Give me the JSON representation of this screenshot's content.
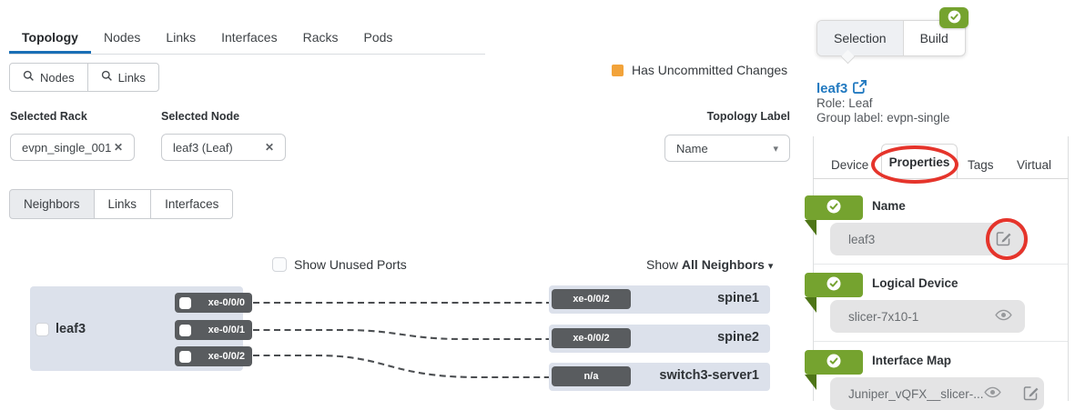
{
  "header_tabs": {
    "items": [
      "Topology",
      "Nodes",
      "Links",
      "Interfaces",
      "Racks",
      "Pods"
    ],
    "active": "Topology"
  },
  "toolbar": {
    "nodes_button": "Nodes",
    "links_button": "Links"
  },
  "status": {
    "uncommitted": "Has Uncommitted Changes"
  },
  "filters": {
    "rack_label": "Selected Rack",
    "rack_value": "evpn_single_001",
    "node_label": "Selected Node",
    "node_value": "leaf3 (Leaf)",
    "topology_label": "Topology Label",
    "topology_value": "Name"
  },
  "view_tabs": {
    "items": [
      "Neighbors",
      "Links",
      "Interfaces"
    ],
    "active": "Neighbors"
  },
  "diagram": {
    "show_unused_ports": "Show Unused Ports",
    "show_prefix": "Show",
    "show_value": "All Neighbors",
    "node": {
      "name": "leaf3",
      "ports": [
        "xe-0/0/0",
        "xe-0/0/1",
        "xe-0/0/2"
      ]
    },
    "neighbors": [
      {
        "port": "xe-0/0/2",
        "name": "spine1"
      },
      {
        "port": "xe-0/0/2",
        "name": "spine2"
      },
      {
        "port": "n/a",
        "name": "switch3-server1"
      }
    ]
  },
  "panel": {
    "tabs": {
      "selection": "Selection",
      "build": "Build"
    },
    "node_name": "leaf3",
    "role": "Role: Leaf",
    "group_label": "Group label: evpn-single",
    "detail_tabs": [
      "Device",
      "Properties",
      "Tags",
      "Virtual"
    ],
    "active_detail_tab": "Properties",
    "sections": [
      {
        "heading": "Name",
        "value": "leaf3"
      },
      {
        "heading": "Logical Device",
        "value": "slicer-7x10-1"
      },
      {
        "heading": "Interface Map",
        "value": "Juniper_vQFX__slicer-..."
      }
    ]
  },
  "icons": {
    "clear": "✕",
    "caret": "▾"
  },
  "colors": {
    "accent_blue": "#1a6fb5",
    "link_blue": "#2179c0",
    "warning_orange": "#f2a33a",
    "success_green": "#75a32f",
    "annotation_red": "#e5342b",
    "node_box": "#dce1eb",
    "port_badge": "#595c5f"
  }
}
